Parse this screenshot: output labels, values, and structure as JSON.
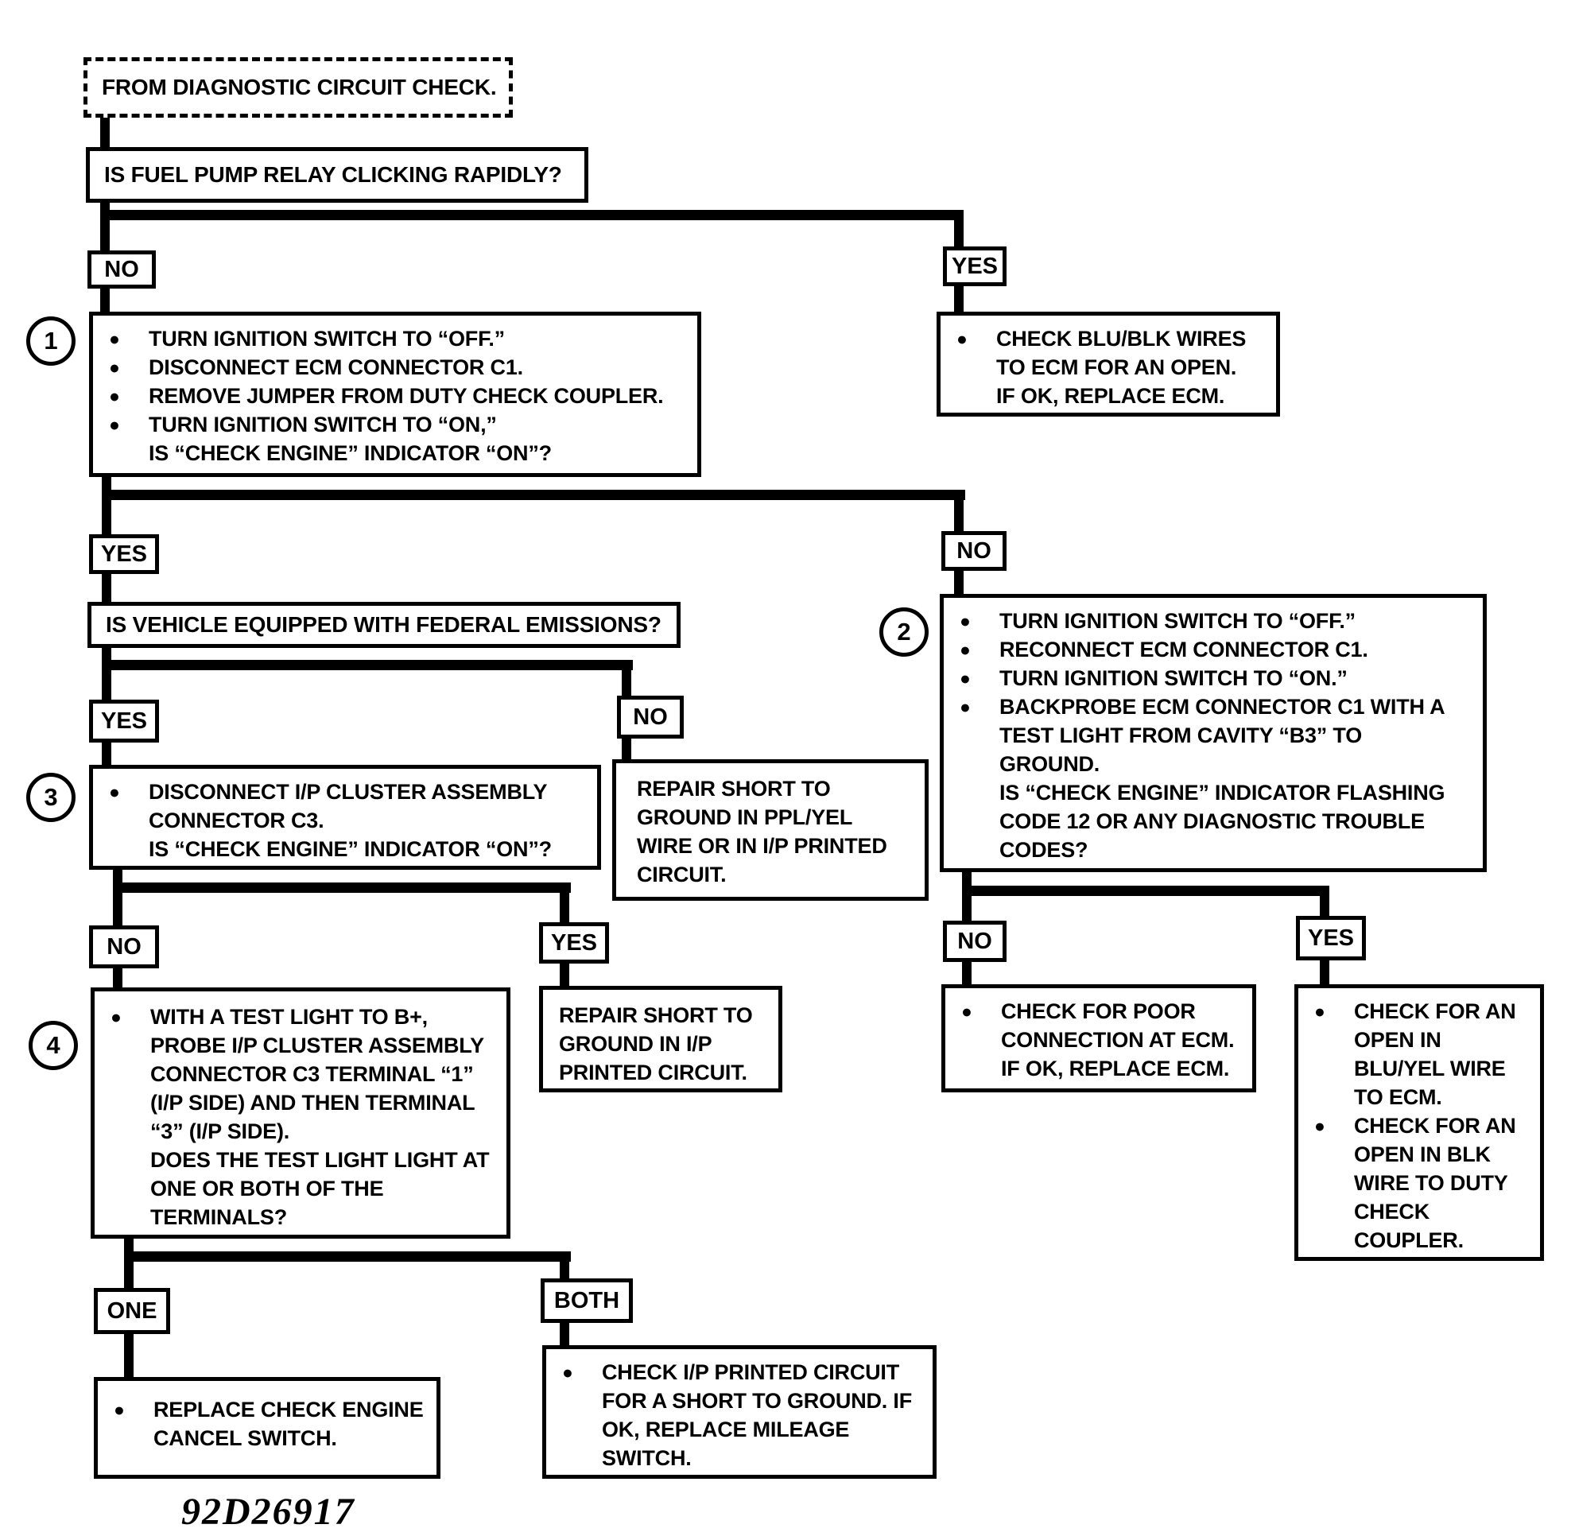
{
  "figure_code": "92D26917",
  "labels": {
    "no": "NO",
    "yes": "YES",
    "one": "ONE",
    "both": "BOTH"
  },
  "start": "FROM DIAGNOSTIC CIRCUIT CHECK.",
  "questions": {
    "fuel_pump": "IS FUEL PUMP RELAY CLICKING RAPIDLY?",
    "federal": "IS VEHICLE EQUIPPED WITH FEDERAL EMISSIONS?"
  },
  "steps": {
    "s1": {
      "badge": "1",
      "i1": "TURN IGNITION SWITCH TO “OFF.”",
      "i2": "DISCONNECT ECM CONNECTOR C1.",
      "i3": "REMOVE JUMPER FROM DUTY CHECK COUPLER.",
      "i4": "TURN IGNITION SWITCH TO “ON,”",
      "q": "IS “CHECK ENGINE” INDICATOR “ON”?"
    },
    "s2": {
      "badge": "2",
      "i1": "TURN IGNITION SWITCH TO “OFF.”",
      "i2": "RECONNECT ECM CONNECTOR C1.",
      "i3": "TURN IGNITION SWITCH TO “ON.”",
      "i4": "BACKPROBE ECM CONNECTOR C1 WITH A TEST LIGHT FROM CAVITY “B3” TO GROUND.",
      "q": "IS “CHECK ENGINE” INDICATOR FLASHING CODE 12 OR ANY DIAGNOSTIC TROUBLE CODES?"
    },
    "s3": {
      "badge": "3",
      "i1": "DISCONNECT I/P CLUSTER ASSEMBLY CONNECTOR C3.",
      "q": "IS “CHECK ENGINE” INDICATOR “ON”?"
    },
    "s4": {
      "badge": "4",
      "i1": "WITH A TEST LIGHT TO B+, PROBE I/P CLUSTER ASSEMBLY CONNECTOR C3 TERMINAL “1” (I/P SIDE) AND THEN TERMINAL “3” (I/P SIDE).",
      "q": "DOES THE TEST LIGHT LIGHT AT ONE OR BOTH OF THE TERMINALS?"
    }
  },
  "results": {
    "blu_blk": "CHECK BLU/BLK WIRES TO ECM FOR AN OPEN. IF OK, REPLACE ECM.",
    "ppl_yel": "REPAIR SHORT TO GROUND IN PPL/YEL WIRE OR IN I/P PRINTED CIRCUIT.",
    "ip_circuit": "REPAIR SHORT TO GROUND IN I/P PRINTED CIRCUIT.",
    "poor_conn": "CHECK FOR POOR CONNECTION AT ECM. IF OK, REPLACE ECM.",
    "open_blu_yel": "CHECK FOR AN OPEN IN BLU/YEL WIRE TO ECM.",
    "open_blk": "CHECK FOR AN OPEN IN BLK WIRE TO DUTY CHECK COUPLER.",
    "cancel_switch": "REPLACE CHECK ENGINE CANCEL SWITCH.",
    "mileage_switch": "CHECK I/P PRINTED CIRCUIT FOR A SHORT TO GROUND. IF OK, REPLACE MILEAGE SWITCH."
  }
}
